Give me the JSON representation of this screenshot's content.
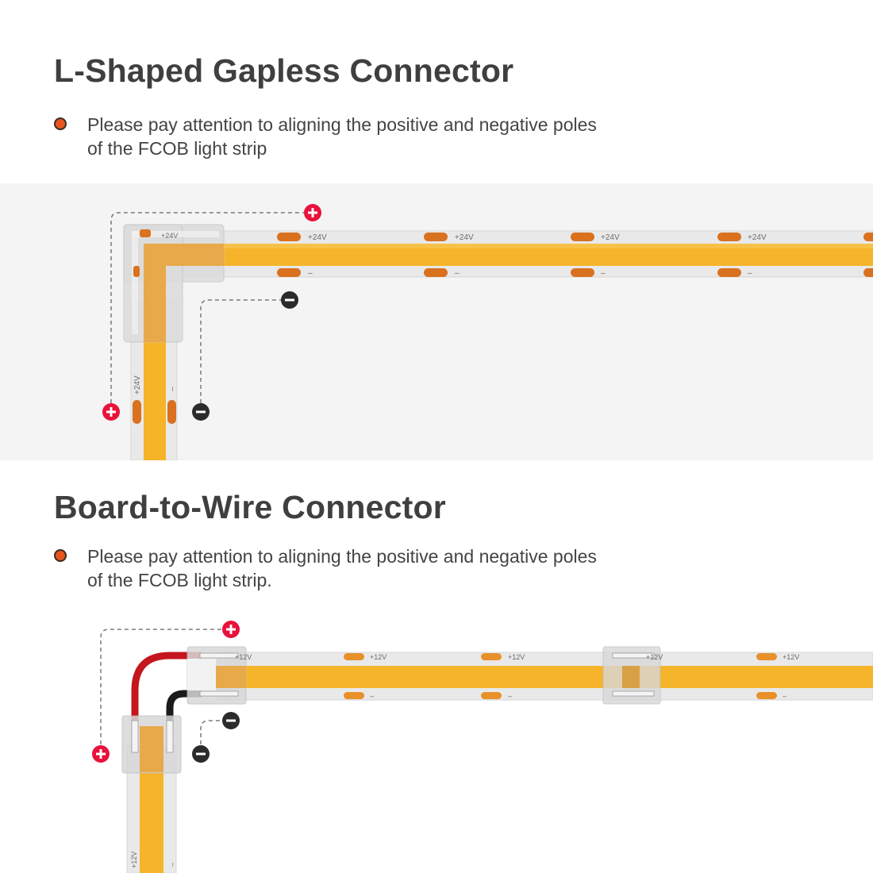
{
  "section1": {
    "title": "L-Shaped Gapless Connector",
    "note_line1": "Please pay attention to aligning the positive and negative poles",
    "note_line2": "of the FCOB light strip",
    "pos_label": "+24V",
    "neg_label": "–"
  },
  "section2": {
    "title": "Board-to-Wire Connector",
    "note_line1": "Please pay attention to aligning the positive and negative poles",
    "note_line2": "of the FCOB light strip.",
    "pos_label": "+12V",
    "neg_label": "–"
  },
  "colors": {
    "strip": "#f5b42a",
    "pad": "#d9711f",
    "positive": "#e8123b",
    "negative": "#2b2b2b",
    "bullet": "#e8561e",
    "red_wire": "#c4161c",
    "black_wire": "#1a1a1a"
  },
  "icons": {
    "bullet": "orange-dot-icon",
    "positive": "plus-circle-icon",
    "negative": "minus-circle-icon"
  }
}
